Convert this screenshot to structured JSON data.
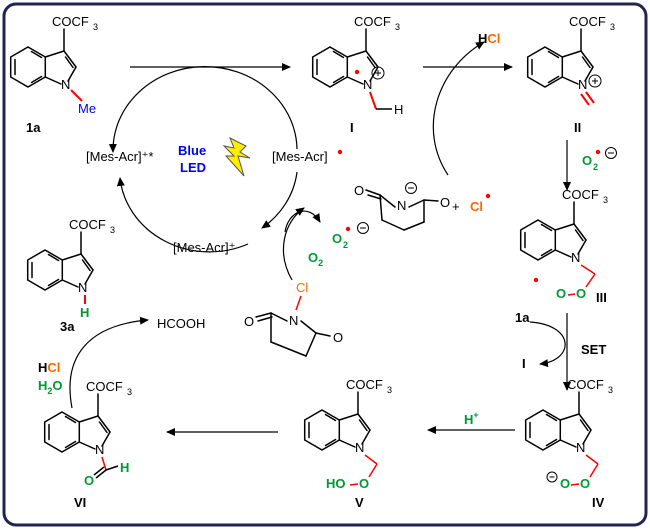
{
  "colors": {
    "frame": "#23234f",
    "blue": "#0000ee",
    "red": "#ff0000",
    "green": "#009933",
    "orange": "#ff6600",
    "yellow": "#ffee00"
  },
  "substituent": "COCF",
  "sub3": "3",
  "me": "Me",
  "n": "N",
  "h": "H",
  "o": "O",
  "ho": "HO",
  "h_plus": "H",
  "plus_sup": "+",
  "hcl_h": "H",
  "hcl_cl": "Cl",
  "h2o_h": "H",
  "h2o_2": "2",
  "h2o_o": "O",
  "hcooh": "HCOOH",
  "cl_radical": "Cl",
  "plus_sign": "+",
  "o2": "O",
  "o2_sub": "2",
  "set_label": "SET",
  "i_label": "I",
  "blue_led_1": "Blue",
  "blue_led_2": "LED",
  "mes_acr_radical": "[Mes-Acr]",
  "mes_acr_excited": "[Mes-Acr]⁺*",
  "mes_acr_cation": "[Mes-Acr]⁺",
  "compounds": {
    "c1a": "1a",
    "cI": "I",
    "cII": "II",
    "cIII": "III",
    "c1a_below": "1a",
    "cIV": "IV",
    "cV": "V",
    "cVI": "VI",
    "c3a": "3a"
  }
}
